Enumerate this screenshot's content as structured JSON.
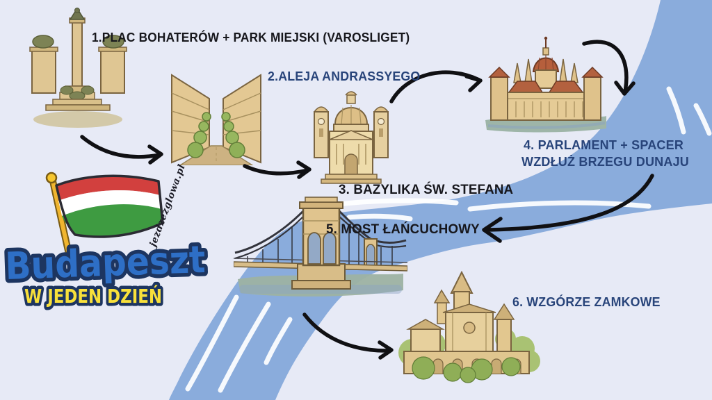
{
  "canvas": {
    "background_color": "#e7eaf6",
    "river_color": "#8aacdc",
    "chalk_color": "#ffffff",
    "arrow_color": "#101013"
  },
  "branding": {
    "title": "Budapeszt",
    "subtitle": "W JEDEN DZIEŃ",
    "website": "jezdzezglowa.pl",
    "title_fill": "#2e6fc6",
    "title_outline": "#1d3560",
    "subtitle_fill": "#f8e03a"
  },
  "flag": {
    "name": "flag-of-hungary",
    "stripe_colors": [
      "#d2403e",
      "#ffffff",
      "#3e9b41"
    ],
    "pole_color": "#f0b52f"
  },
  "stops": [
    {
      "number": "1",
      "label": "1.PLAC BOHATERÓW + PARK MIEJSKI (VAROSLIGET)",
      "text_color": "#17171c",
      "illustration": "heroes-square-monument"
    },
    {
      "number": "2",
      "label": "2.ALEJA ANDRASSYEGO",
      "text_color": "#28447a",
      "illustration": "andrassy-avenue-perspective"
    },
    {
      "number": "3",
      "label": "3. BAZYLIKA ŚW. STEFANA",
      "text_color": "#17171c",
      "illustration": "st-stephens-basilica"
    },
    {
      "number": "4",
      "label_lines": [
        "4. PARLAMENT + SPACER",
        "WZDŁUŻ BRZEGU DUNAJU"
      ],
      "text_color": "#28447a",
      "illustration": "hungarian-parliament"
    },
    {
      "number": "5",
      "label": "5. MOST ŁAŃCUCHOWY",
      "text_color": "#17171c",
      "illustration": "szechenyi-chain-bridge"
    },
    {
      "number": "6",
      "label": "6. WZGÓRZE ZAMKOWE",
      "text_color": "#28447a",
      "illustration": "castle-hill-matthias-church"
    }
  ]
}
